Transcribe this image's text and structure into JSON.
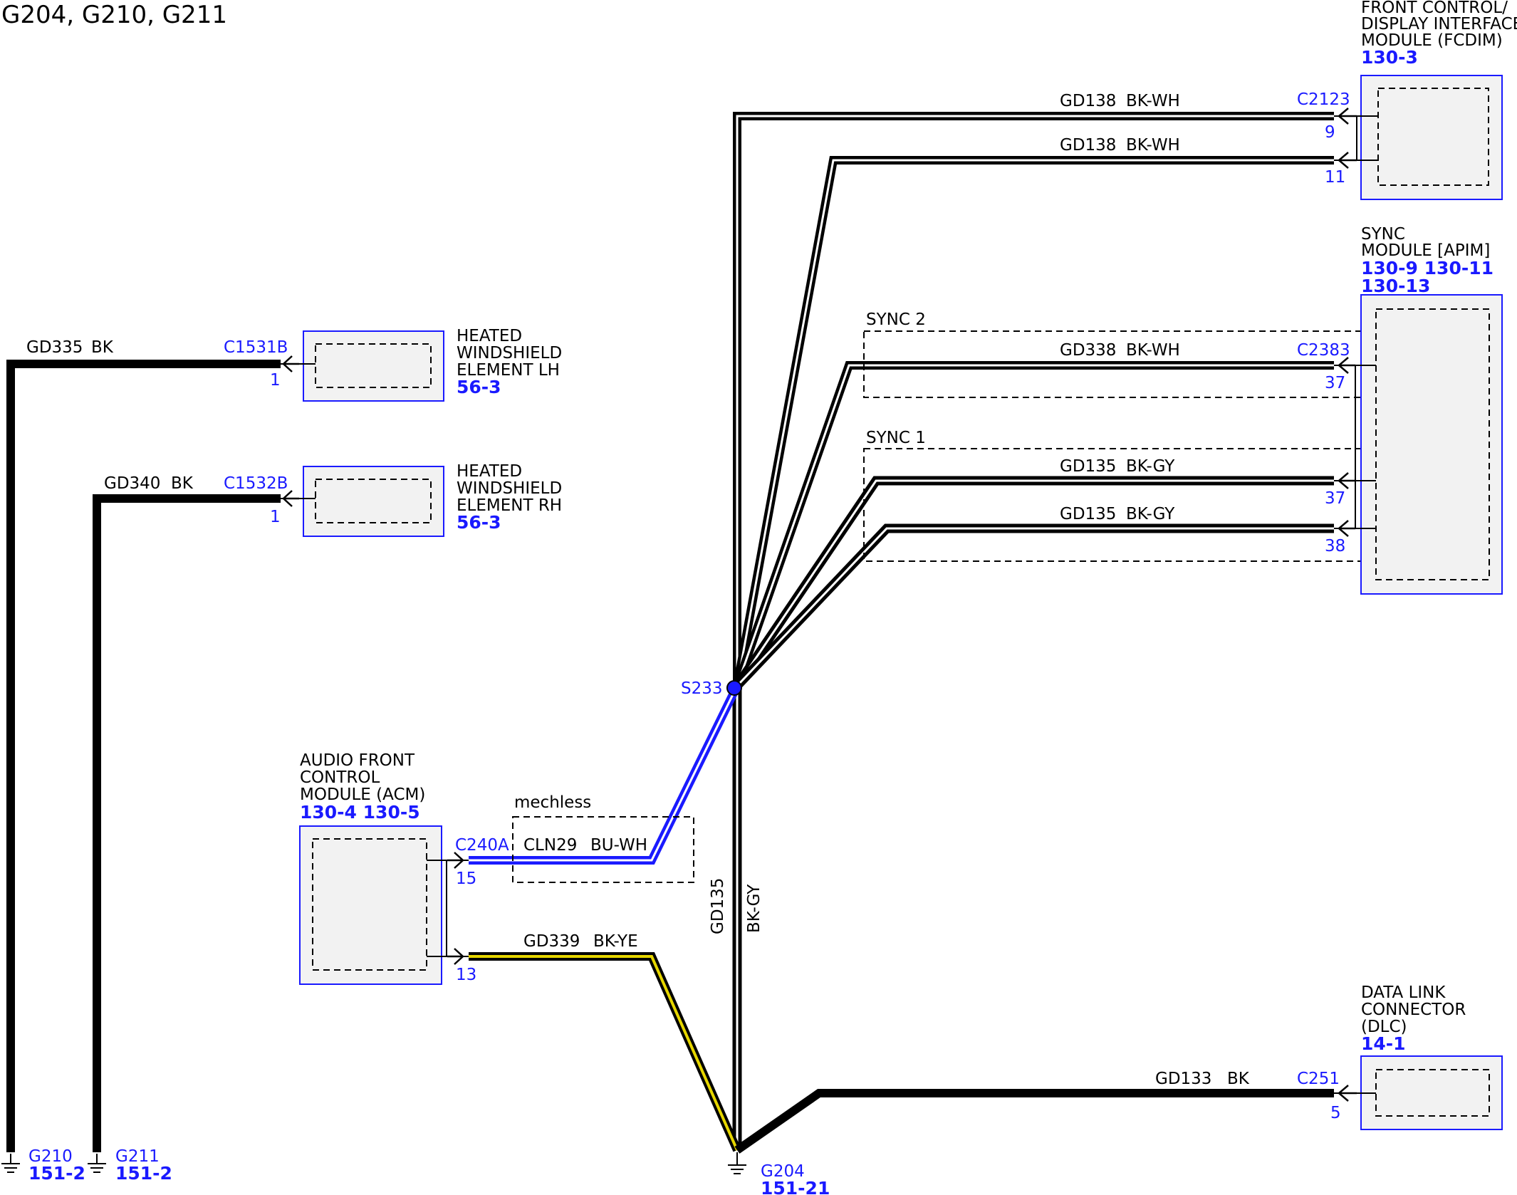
{
  "title": "G204, G210, G211",
  "components": {
    "fcdim": {
      "name_lines": [
        "FRONT CONTROL/",
        "DISPLAY INTERFACE",
        "MODULE (FCDIM)"
      ],
      "refs": [
        "130-3"
      ]
    },
    "sync": {
      "name_lines": [
        "SYNC",
        "MODULE [APIM]"
      ],
      "refs": [
        "130-9  130-11",
        "130-13"
      ]
    },
    "hw_lh": {
      "name_lines": [
        "HEATED",
        "WINDSHIELD",
        "ELEMENT LH"
      ],
      "refs": [
        "56-3"
      ]
    },
    "hw_rh": {
      "name_lines": [
        "HEATED",
        "WINDSHIELD",
        "ELEMENT RH"
      ],
      "refs": [
        "56-3"
      ]
    },
    "acm": {
      "name_lines": [
        "AUDIO FRONT",
        "CONTROL",
        "MODULE (ACM)"
      ],
      "refs": [
        "130-4 130-5"
      ]
    },
    "dlc": {
      "name_lines": [
        "DATA LINK",
        "CONNECTOR",
        "(DLC)"
      ],
      "refs": [
        "14-1"
      ]
    }
  },
  "wires": {
    "gd138_pin9": {
      "circuit": "GD138",
      "color": "BK-WH",
      "connector": "C2123",
      "pin": "9"
    },
    "gd138_pin11": {
      "circuit": "GD138",
      "color": "BK-WH",
      "pin": "11"
    },
    "gd338": {
      "circuit": "GD338",
      "color": "BK-WH",
      "connector": "C2383",
      "pin": "37"
    },
    "gd135_pin37": {
      "circuit": "GD135",
      "color": "BK-GY",
      "pin": "37"
    },
    "gd135_pin38": {
      "circuit": "GD135",
      "color": "BK-GY",
      "pin": "38"
    },
    "gd335": {
      "circuit": "GD335",
      "color": "BK",
      "connector": "C1531B",
      "pin": "1"
    },
    "gd340": {
      "circuit": "GD340",
      "color": "BK",
      "connector": "C1532B",
      "pin": "1"
    },
    "cln29": {
      "circuit": "CLN29",
      "color": "BU-WH",
      "connector": "C240A",
      "pin": "15"
    },
    "gd339": {
      "circuit": "GD339",
      "color": "BK-YE",
      "pin": "13"
    },
    "gd135_vertical": {
      "circuit": "GD135",
      "color": "BK-GY"
    },
    "gd133": {
      "circuit": "GD133",
      "color": "BK",
      "connector": "C251",
      "pin": "5"
    }
  },
  "shields": {
    "sync2": "SYNC 2",
    "sync1": "SYNC 1",
    "mechless": "mechless"
  },
  "splice": {
    "id": "S233"
  },
  "grounds": {
    "g210": {
      "id": "G210",
      "ref": "151-2"
    },
    "g211": {
      "id": "G211",
      "ref": "151-2"
    },
    "g204": {
      "id": "G204",
      "ref": "151-21"
    }
  },
  "colors": {
    "wire_black": "#000000",
    "wire_blue": "#1a1aff",
    "wire_yellow": "#e6d600",
    "label_blue": "#1a1aff",
    "box_fill": "#f2f2f2"
  }
}
